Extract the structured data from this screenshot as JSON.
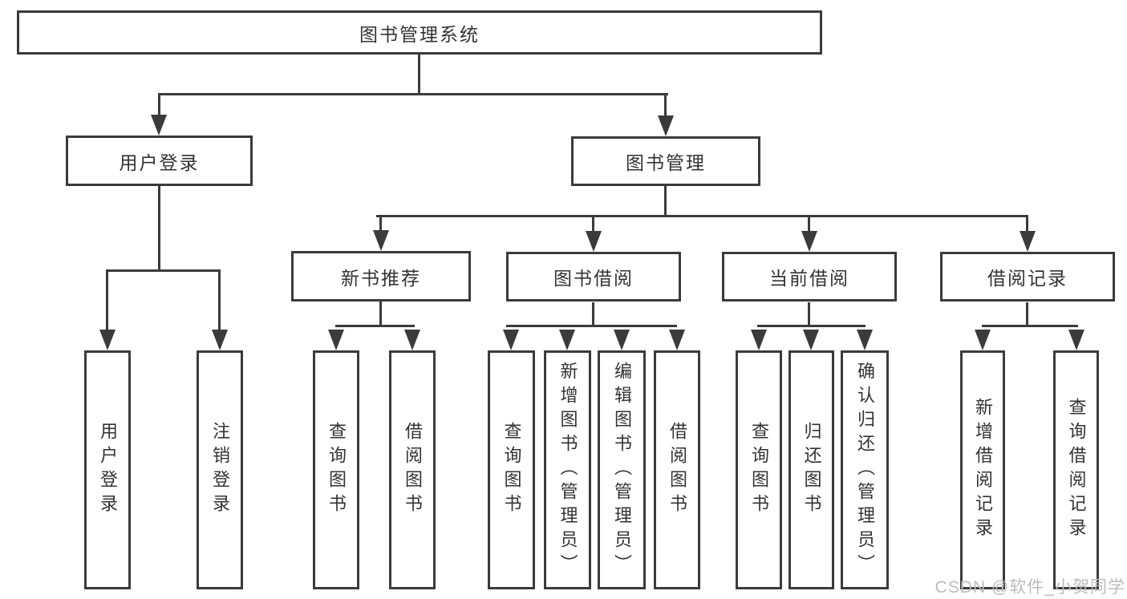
{
  "diagram_title": "图书管理系统",
  "colors": {
    "line": "#3b3b3b",
    "text": "#333333",
    "box_background": "#ffffff",
    "page_background": "#ffffff",
    "watermark": "#b9bcc0"
  },
  "watermark": {
    "text": "CSDN @软件_小贺同学"
  },
  "tree": {
    "label": "图书管理系统",
    "children": [
      {
        "label": "用户登录",
        "children": [
          {
            "label": "用户登录"
          },
          {
            "label": "注销登录"
          }
        ]
      },
      {
        "label": "图书管理",
        "children": [
          {
            "label": "新书推荐",
            "children": [
              {
                "label": "查询图书"
              },
              {
                "label": "借阅图书"
              }
            ]
          },
          {
            "label": "图书借阅",
            "children": [
              {
                "label": "查询图书"
              },
              {
                "label": "新增图书（管理员）"
              },
              {
                "label": "编辑图书（管理员）"
              },
              {
                "label": "借阅图书"
              }
            ]
          },
          {
            "label": "当前借阅",
            "children": [
              {
                "label": "查询图书"
              },
              {
                "label": "归还图书"
              },
              {
                "label": "确认归还（管理员）"
              }
            ]
          },
          {
            "label": "借阅记录",
            "children": [
              {
                "label": "新增借阅记录"
              },
              {
                "label": "查询借阅记录"
              }
            ]
          }
        ]
      }
    ]
  }
}
